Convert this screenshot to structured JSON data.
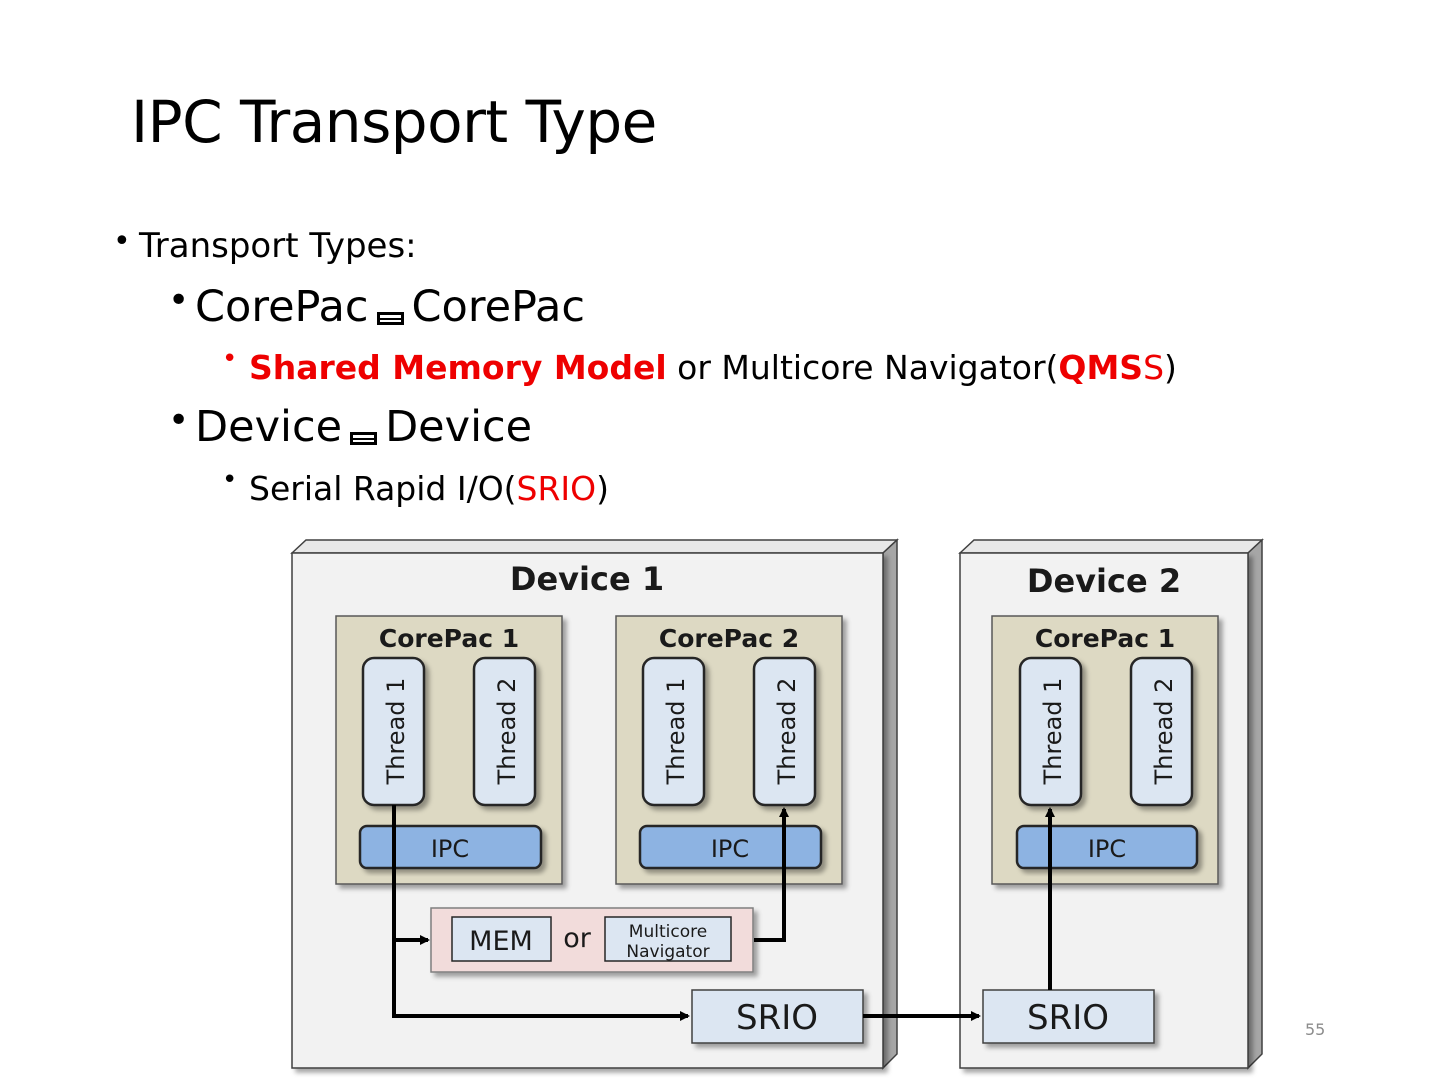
{
  "slide": {
    "title": "IPC Transport Type",
    "page_number": "55"
  },
  "bullets": {
    "transport_types": "Transport Types:",
    "corepac_left": "CorePac",
    "corepac_right": "CorePac",
    "shared_memory": "Shared Memory Model",
    "or_multicore": " or Multicore Navigator(",
    "qmss_bold": "QMS",
    "qmss_tail": "S",
    "close_paren": ")",
    "device_left": "Device",
    "device_right": "Device",
    "srio_prefix": "Serial Rapid I/O(",
    "srio_bold": "SRIO",
    "srio_close": ")"
  },
  "diagram": {
    "device1": {
      "title": "Device 1",
      "corepac1": {
        "title": "CorePac 1",
        "thread1": "Thread 1",
        "thread2": "Thread 2",
        "ipc": "IPC"
      },
      "corepac2": {
        "title": "CorePac 2",
        "thread1": "Thread 1",
        "thread2": "Thread 2",
        "ipc": "IPC"
      },
      "mem": "MEM",
      "or": "or",
      "navigator_line1": "Multicore",
      "navigator_line2": "Navigator",
      "srio": "SRIO"
    },
    "device2": {
      "title": "Device 2",
      "corepac1": {
        "title": "CorePac 1",
        "thread1": "Thread 1",
        "thread2": "Thread 2",
        "ipc": "IPC"
      },
      "srio": "SRIO"
    }
  },
  "colors": {
    "accent_red": "#ee0000",
    "ipc_blue": "#8db3e2",
    "corepac_tan": "#ddd9c3",
    "thread_fill": "#dce6f2",
    "memory_pink": "#f2dcdb",
    "device_gray": "#f2f2f2",
    "srio_fill": "#dce6f2"
  }
}
